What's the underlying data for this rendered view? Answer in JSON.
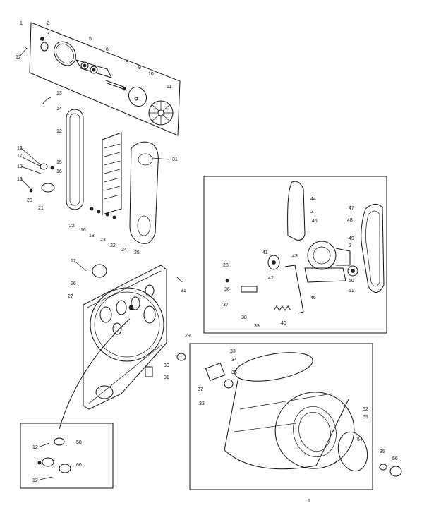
{
  "callouts": {
    "c1": "1",
    "c2": "2",
    "c3": "3",
    "c5": "5",
    "c6": "6",
    "c8": "8",
    "c9": "9",
    "c10": "10",
    "c11": "11",
    "c12a": "12",
    "c13": "13",
    "c14": "14",
    "c12b": "12",
    "c12c": "12",
    "c17": "17",
    "c15": "15",
    "c16": "16",
    "c18a": "18",
    "c19": "19",
    "c20": "20",
    "c21": "21",
    "c22a": "22",
    "c16b": "16",
    "c18b": "18",
    "c23": "23",
    "c22b": "22",
    "c24": "24",
    "c25": "25",
    "c31a": "31",
    "c12d": "12",
    "c26": "26",
    "c27": "27",
    "c31b": "31",
    "c30": "30",
    "c31c": "31",
    "c44": "44",
    "c2b": "2",
    "c45": "45",
    "c47": "47",
    "c48": "48",
    "c49": "49",
    "c2c": "2",
    "c50": "50",
    "c51": "51",
    "c28": "28",
    "c41": "41",
    "c42": "42",
    "c43": "43",
    "c36": "36",
    "c37": "37",
    "c38": "38",
    "c39": "39",
    "c40": "40",
    "c46": "46",
    "c29": "29",
    "c33": "33",
    "c34": "34",
    "c35a": "35",
    "c37b": "37",
    "c32a": "32",
    "c52": "52",
    "c53": "53",
    "c54": "54",
    "c35b": "35",
    "c56": "56",
    "c12e": "12",
    "c58": "58",
    "c60": "60",
    "c12f": "12",
    "c1b": "1"
  }
}
